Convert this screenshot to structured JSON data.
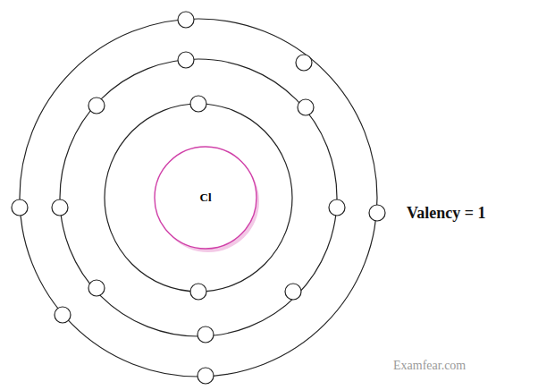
{
  "diagram": {
    "nodes": [
      {
        "text": [
          "Cl"
        ]
      }
    ],
    "labels": [
      "Valency = 1",
      "Examfear.com"
    ]
  }
}
